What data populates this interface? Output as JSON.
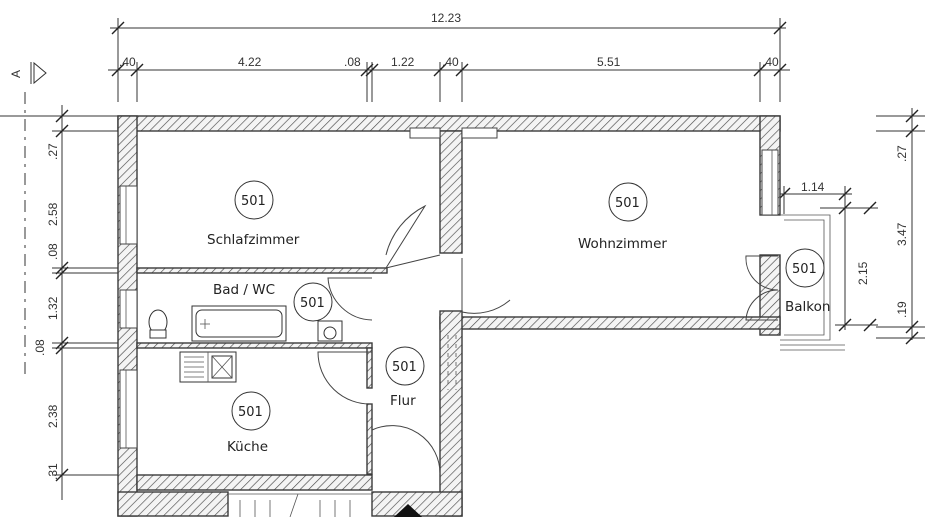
{
  "section_marker": "A",
  "dimensions": {
    "top_total": "12.23",
    "top_segments": [
      ".40",
      "4.22",
      ".08",
      "1.22",
      ".40",
      "5.51",
      ".40"
    ],
    "left_segments": [
      ".27",
      "2.58",
      ".08",
      "1.32",
      ".08",
      "2.38",
      ".31"
    ],
    "right_segments": [
      ".27",
      "3.47",
      ".19"
    ],
    "balcony_width": "1.14",
    "balcony_depth": "2.15"
  },
  "rooms": [
    {
      "name": "Schlafzimmer",
      "number": "501"
    },
    {
      "name": "Bad / WC",
      "number": "501"
    },
    {
      "name": "Küche",
      "number": "501"
    },
    {
      "name": "Flur",
      "number": "501"
    },
    {
      "name": "Wohnzimmer",
      "number": "501"
    },
    {
      "name": "Balkon",
      "number": "501"
    }
  ]
}
